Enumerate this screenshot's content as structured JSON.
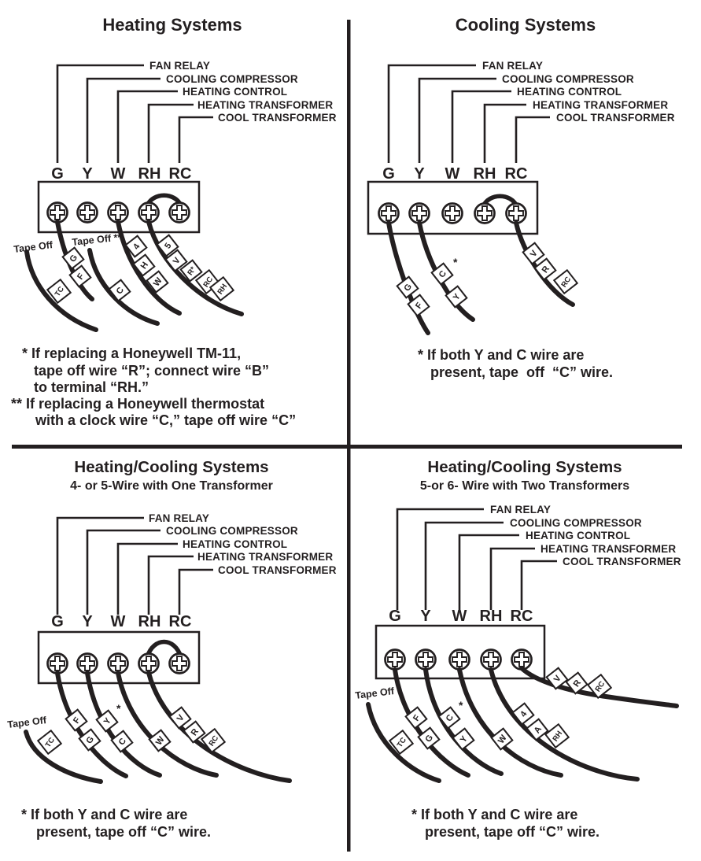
{
  "colors": {
    "ink": "#231f20",
    "paper": "#ffffff"
  },
  "quadrants": [
    {
      "id": "heating-systems",
      "title": "Heating Systems",
      "callouts": [
        "FAN RELAY",
        "COOLING COMPRESSOR",
        "HEATING CONTROL",
        "HEATING TRANSFORMER",
        "COOL TRANSFORMER"
      ],
      "terminals": [
        "G",
        "Y",
        "W",
        "RH",
        "RC"
      ],
      "tape_off": [
        "Tape Off",
        "Tape Off **"
      ],
      "tags": [
        "TC",
        "G",
        "F",
        "C",
        "4",
        "H",
        "W",
        "5",
        "V",
        "R*",
        "RC",
        "RH"
      ],
      "footnote": [
        "* If replacing a Honeywell TM-11,",
        "tape off wire “R”; connect wire “B”",
        "to terminal “RH.”",
        "** If replacing a Honeywell thermostat",
        "with a clock wire “C,” tape off wire “C”"
      ]
    },
    {
      "id": "cooling-systems",
      "title": "Cooling Systems",
      "callouts": [
        "FAN RELAY",
        "COOLING COMPRESSOR",
        "HEATING CONTROL",
        "HEATING TRANSFORMER",
        "COOL TRANSFORMER"
      ],
      "terminals": [
        "G",
        "Y",
        "W",
        "RH",
        "RC"
      ],
      "tags": [
        "G",
        "F",
        "C",
        "Y",
        "V",
        "R",
        "RC"
      ],
      "tag_note": "*",
      "footnote": [
        "* If both Y and C wire are",
        "present, tape  off  “C” wire."
      ]
    },
    {
      "id": "heating-cooling-one-transformer",
      "title": "Heating/Cooling Systems",
      "subtitle": "4- or 5-Wire with One Transformer",
      "callouts": [
        "FAN RELAY",
        "COOLING COMPRESSOR",
        "HEATING CONTROL",
        "HEATING TRANSFORMER",
        "COOL TRANSFORMER"
      ],
      "terminals": [
        "G",
        "Y",
        "W",
        "RH",
        "RC"
      ],
      "tape_off": [
        "Tape Off"
      ],
      "tags": [
        "TC",
        "F",
        "G",
        "Y",
        "C",
        "W",
        "V",
        "R",
        "RC"
      ],
      "tag_note": "*",
      "footnote": [
        "* If both Y and C wire are",
        "present, tape off “C” wire."
      ]
    },
    {
      "id": "heating-cooling-two-transformers",
      "title": "Heating/Cooling Systems",
      "subtitle": "5-or 6- Wire with Two Transformers",
      "callouts": [
        "FAN RELAY",
        "COOLING COMPRESSOR",
        "HEATING CONTROL",
        "HEATING TRANSFORMER",
        "COOL TRANSFORMER"
      ],
      "terminals": [
        "G",
        "Y",
        "W",
        "RH",
        "RC"
      ],
      "tape_off": [
        "Tape Off"
      ],
      "tags": [
        "TC",
        "F",
        "G",
        "C",
        "Y",
        "W",
        "4",
        "A",
        "RH",
        "V",
        "R",
        "RC"
      ],
      "tag_note": "*",
      "footnote": [
        "* If both Y and C wire are",
        "present, tape off “C” wire."
      ]
    }
  ]
}
